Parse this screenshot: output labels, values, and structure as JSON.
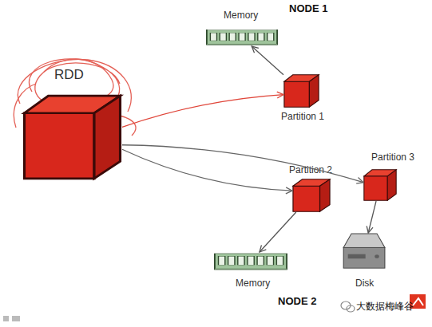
{
  "diagram": {
    "nodes": [
      {
        "text": [
          "RDD"
        ]
      },
      {
        "text": [
          "Partition 1"
        ]
      },
      {
        "text": [
          "Memory"
        ]
      },
      {
        "text": [
          "Partition 2"
        ]
      },
      {
        "text": [
          "Partition 3"
        ]
      },
      {
        "text": [
          "Memory"
        ]
      },
      {
        "text": [
          "Disk"
        ]
      }
    ],
    "edges": [
      {
        "from": 0,
        "to": 1,
        "arrow": "to"
      },
      {
        "from": 0,
        "to": 3,
        "arrow": "to"
      },
      {
        "from": 0,
        "to": 4,
        "arrow": "to"
      },
      {
        "from": 1,
        "to": 2,
        "arrow": "to"
      },
      {
        "from": 3,
        "to": 5,
        "arrow": "to"
      },
      {
        "from": 4,
        "to": 6,
        "arrow": "to"
      }
    ],
    "labels": [
      "NODE 1",
      "NODE 2",
      "大数据梅峰谷"
    ]
  }
}
